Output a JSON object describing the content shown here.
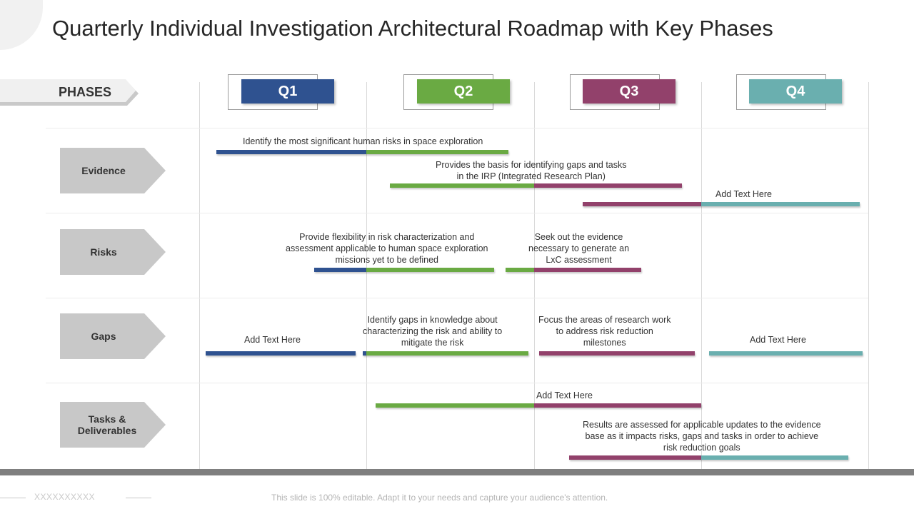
{
  "title": "Quarterly Individual Investigation Architectural Roadmap with Key Phases",
  "phases_label": "PHASES",
  "quarters": [
    {
      "label": "Q1",
      "color": "#2f5290"
    },
    {
      "label": "Q2",
      "color": "#6aaa43"
    },
    {
      "label": "Q3",
      "color": "#92416b"
    },
    {
      "label": "Q4",
      "color": "#6aafaf"
    }
  ],
  "rows": [
    {
      "label": "Evidence"
    },
    {
      "label": "Risks"
    },
    {
      "label": "Gaps"
    },
    {
      "label": "Tasks & Deliverables"
    }
  ],
  "annotations": {
    "evidence_1": "Identify the most significant human  risks in space exploration",
    "evidence_2": "Provides  the basis for identifying gaps and tasks\nin the IRP (Integrated Research Plan)",
    "evidence_3": "Add Text Here",
    "risks_1": "Provide  flexibility in risk characterization and\nassessment applicable  to human space exploration\nmissions yet to be defined",
    "risks_2": "Seek out the evidence\nnecessary to generate  an\nLxC assessment",
    "gaps_1": "Add Text Here",
    "gaps_2": "Identify gaps in knowledge about\ncharacterizing the risk and ability to\nmitigate the risk",
    "gaps_3": "Focus the areas of research  work\nto address risk reduction\nmilestones",
    "gaps_4": "Add Text Here",
    "tasks_1": "Add Text Here",
    "tasks_2": "Results are assessed for  applicable updates to the evidence\nbase as it impacts risks, gaps and tasks in order to achieve\nrisk reduction  goals"
  },
  "footer": {
    "code": "XXXXXXXXXX",
    "note": "This slide is 100% editable. Adapt it to your needs and capture your audience's attention."
  }
}
